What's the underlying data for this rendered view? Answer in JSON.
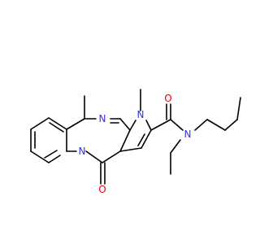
{
  "molecule": {
    "atoms": {
      "n_amide": {
        "symbol": "N",
        "color": "#3232e6"
      },
      "o_amide": {
        "symbol": "O",
        "color": "#e8000b"
      },
      "n_pyrrole": {
        "symbol": "N",
        "color": "#3232e6"
      },
      "n_ring": {
        "symbol": "N",
        "color": "#3232e6"
      },
      "n_bridge": {
        "symbol": "N",
        "color": "#3232e6"
      },
      "o_keto": {
        "symbol": "O",
        "color": "#e8000b"
      }
    }
  }
}
